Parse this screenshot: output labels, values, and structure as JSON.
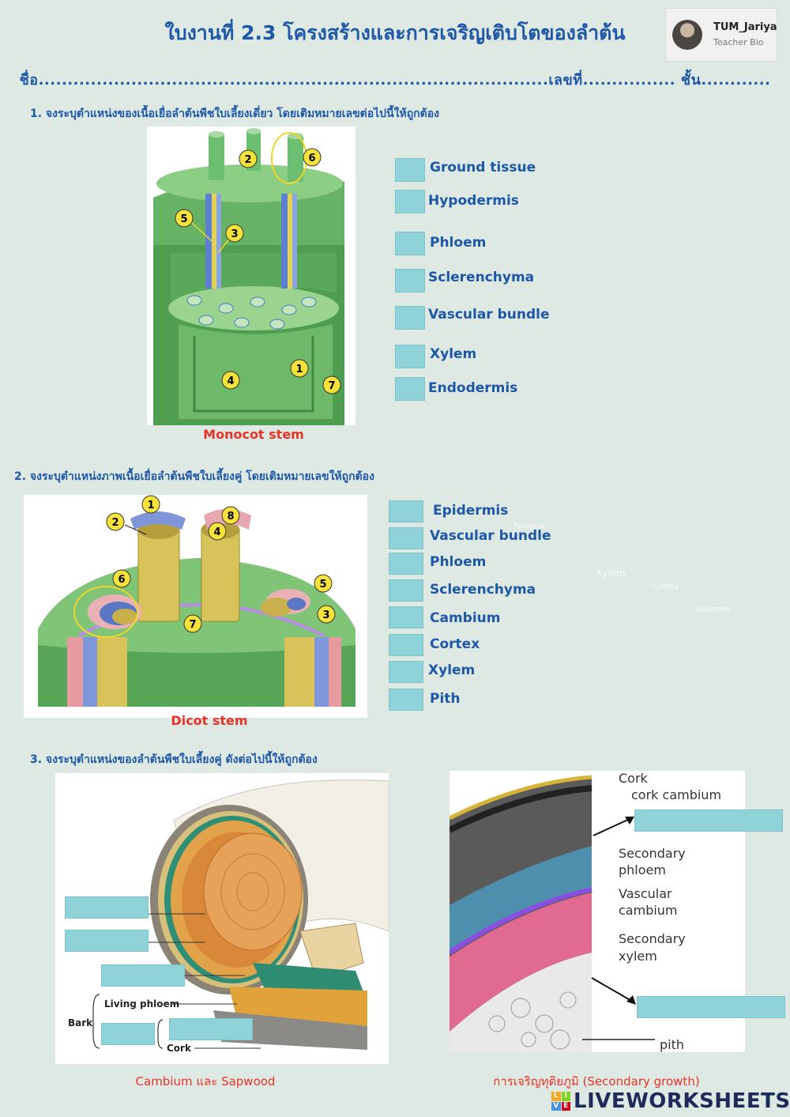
{
  "header": {
    "title": "ใบงานที่ 2.3 โครงสร้างและการเจริญเติบโตของลำต้น",
    "name_line": "ชื่อ........................................................................................เลขที่................ ชั้น............"
  },
  "profile": {
    "name": "TUM_Jariya",
    "role": "Teacher Bio"
  },
  "section1": {
    "question": "1. จงระบุตำแหน่งของเนื้อเยื่อลำต้นพืชใบเลี้ยงเดี่ยว โดยเติมหมายเลขต่อไปนี้ให้ถูกต้อง",
    "caption": "Monocot stem",
    "markers": [
      "1",
      "2",
      "3",
      "4",
      "5",
      "6",
      "7"
    ],
    "labels": [
      "Ground tissue",
      "Hypodermis",
      "Phloem",
      "Sclerenchyma",
      "Vascular bundle",
      "Xylem",
      "Endodermis"
    ]
  },
  "section2": {
    "question": "2. จงระบุตำแหน่งภาพเนื้อเยื่อลำต้นพืชใบเลี้ยงคู่ โดยเติมหมายเลขให้ถูกต้อง",
    "caption": "Dicot stem",
    "markers": [
      "1",
      "2",
      "3",
      "4",
      "5",
      "6",
      "7",
      "8"
    ],
    "labels": [
      "Epidermis",
      "Vascular bundle",
      "Phloem",
      "Sclerenchyma",
      "Cambium",
      "Cortex",
      "Xylem",
      "Pith"
    ],
    "faint_labels": [
      "Pericycle",
      "Xylem",
      "Cortex",
      "Epidermis"
    ]
  },
  "section3": {
    "question": "3. จงระบุตำแหน่งของลำต้นพืชใบเลี้ยงคู่ ดังต่อไปนี้ให้ถูกต้อง",
    "left_caption": "Cambium และ Sapwood",
    "right_caption": "การเจริญทุติยภูมิ (Secondary growth)",
    "left_figure_labels": {
      "living_phloem": "Living phloem",
      "bark": "Bark",
      "cork": "Cork"
    },
    "right_figure_labels": [
      "Cork",
      "cork cambium",
      "Secondary",
      "phloem",
      "Vascular",
      "cambium",
      "Secondary",
      "xylem",
      "pith"
    ]
  },
  "footer": {
    "brand": "LIVEWORKSHEETS",
    "logo_letters": [
      "L",
      "I",
      "V",
      "E"
    ]
  },
  "colors": {
    "heading": "#1e56a8",
    "caption": "#e8332a",
    "answer_box": "#8fd3d8",
    "background": "#dde9e2"
  }
}
